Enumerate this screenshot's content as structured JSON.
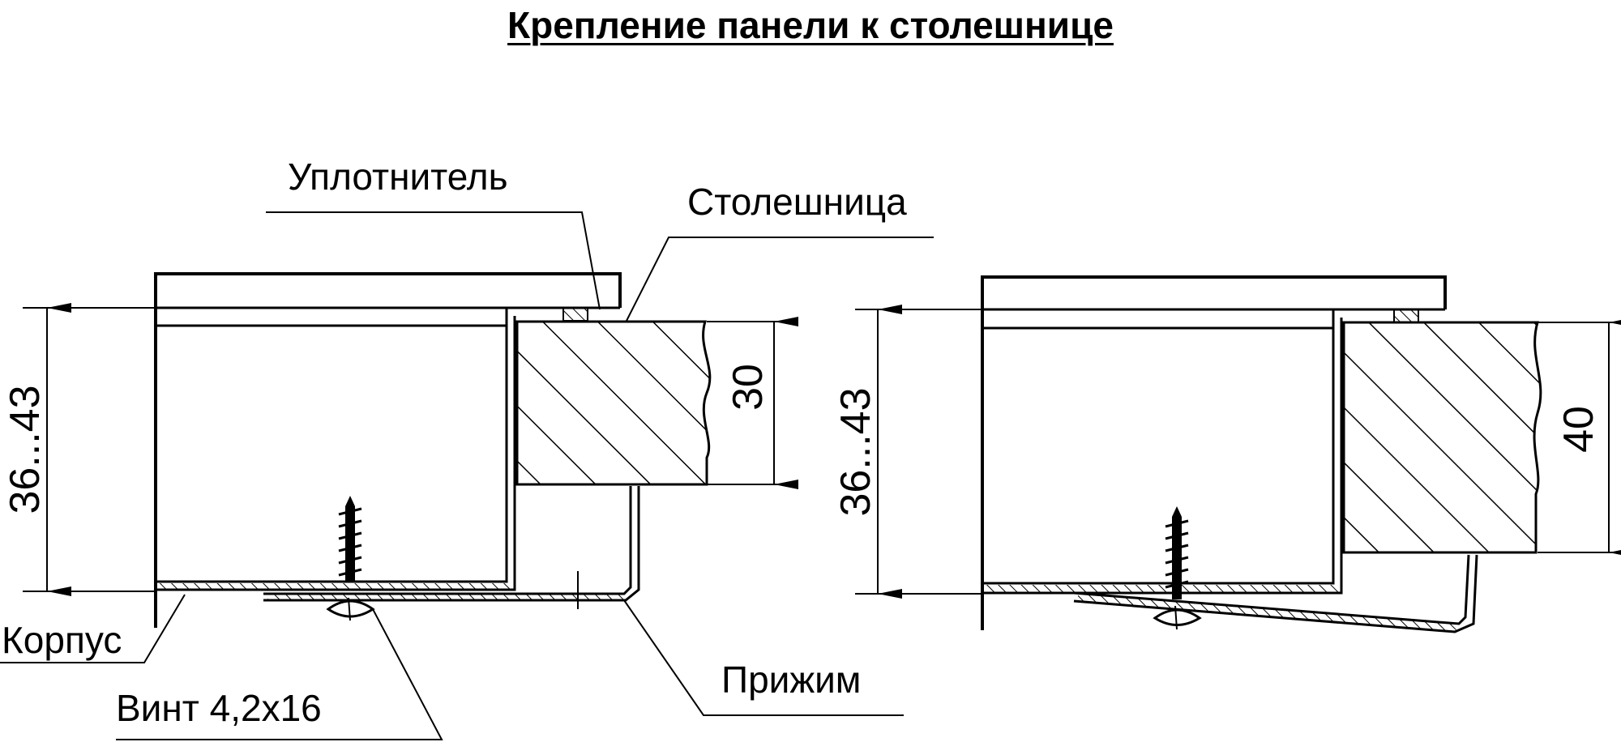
{
  "title": "Крепление панели к столешнице",
  "labels": {
    "seal": "Уплотнитель",
    "countertop": "Столешница",
    "body": "Корпус",
    "screw": "Винт 4,2х16",
    "clamp": "Прижим"
  },
  "dimensions": {
    "left_height": "36...43",
    "left_thickness": "30",
    "right_height": "36...43",
    "right_thickness": "40"
  }
}
